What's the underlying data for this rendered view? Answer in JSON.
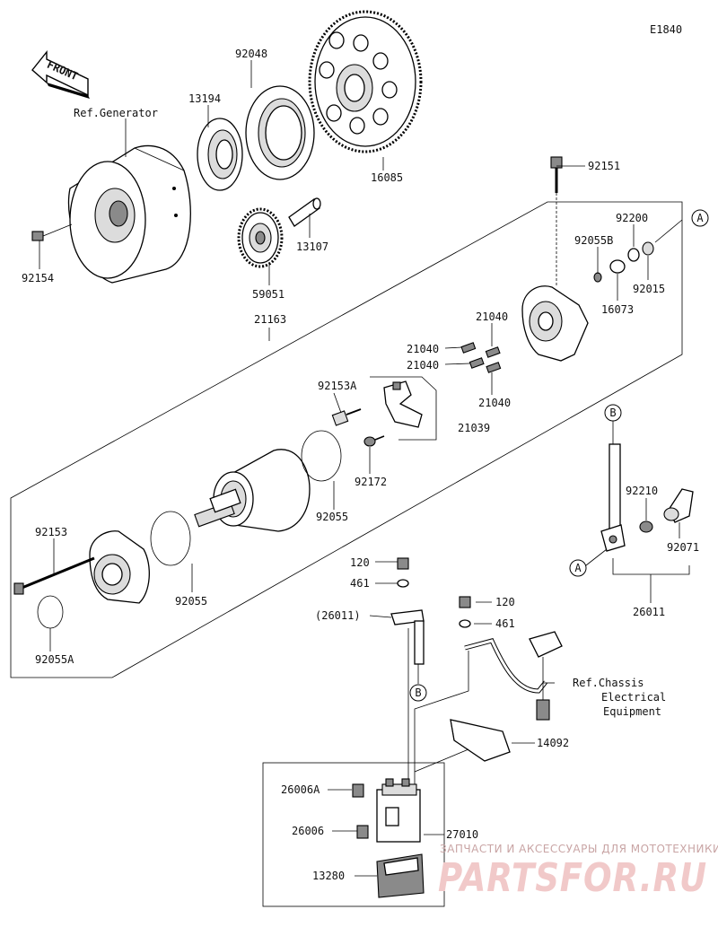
{
  "diagram_code": "E1840",
  "front_label": "FRONT",
  "refs": {
    "generator": "Ref.Generator",
    "chassis_line1": "Ref.Chassis",
    "chassis_line2": "Electrical",
    "chassis_line3": "Equipment"
  },
  "parts": {
    "p92048": "92048",
    "p13194": "13194",
    "p16085": "16085",
    "p92154": "92154",
    "p13107": "13107",
    "p59051": "59051",
    "p21163": "21163",
    "p92151": "92151",
    "p92200": "92200",
    "p92055B": "92055B",
    "p92015": "92015",
    "p16073": "16073",
    "p21040_a": "21040",
    "p21040_b": "21040",
    "p21040_c": "21040",
    "p21040_d": "21040",
    "p92153A": "92153A",
    "p21039": "21039",
    "p92172": "92172",
    "p92055_a": "92055",
    "p92055_b": "92055",
    "p92153": "92153",
    "p92055A": "92055A",
    "p92210": "92210",
    "p92071": "92071",
    "p26011": "26011",
    "p26011_ref": "(26011)",
    "p120_a": "120",
    "p461_a": "461",
    "p120_b": "120",
    "p461_b": "461",
    "p14092": "14092",
    "p26006A": "26006A",
    "p26006": "26006",
    "p27010": "27010",
    "p13280": "13280"
  },
  "markers": {
    "a_top": "A",
    "b_top": "B",
    "a_bottom": "A",
    "b_bottom": "B"
  },
  "watermark": {
    "line1": "ЗАПЧАСТИ И АКСЕССУАРЫ ДЛЯ МОТОТЕХНИКИ",
    "line2": "PARTSFOR.RU"
  }
}
